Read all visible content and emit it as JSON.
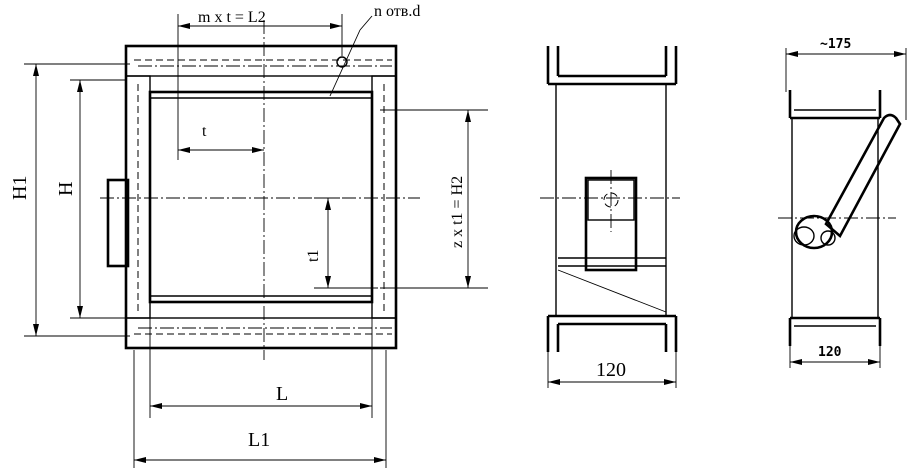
{
  "front_view": {
    "dim_top": "m x t = L2",
    "holes_note": "n отв.d",
    "t": "t",
    "t1": "t1",
    "h2": "z x t1 = H2",
    "h1": "H1",
    "h": "H",
    "l": "L",
    "l1": "L1"
  },
  "side_view": {
    "width": "120"
  },
  "end_view": {
    "top_width": "~175",
    "bottom_width": "120"
  }
}
